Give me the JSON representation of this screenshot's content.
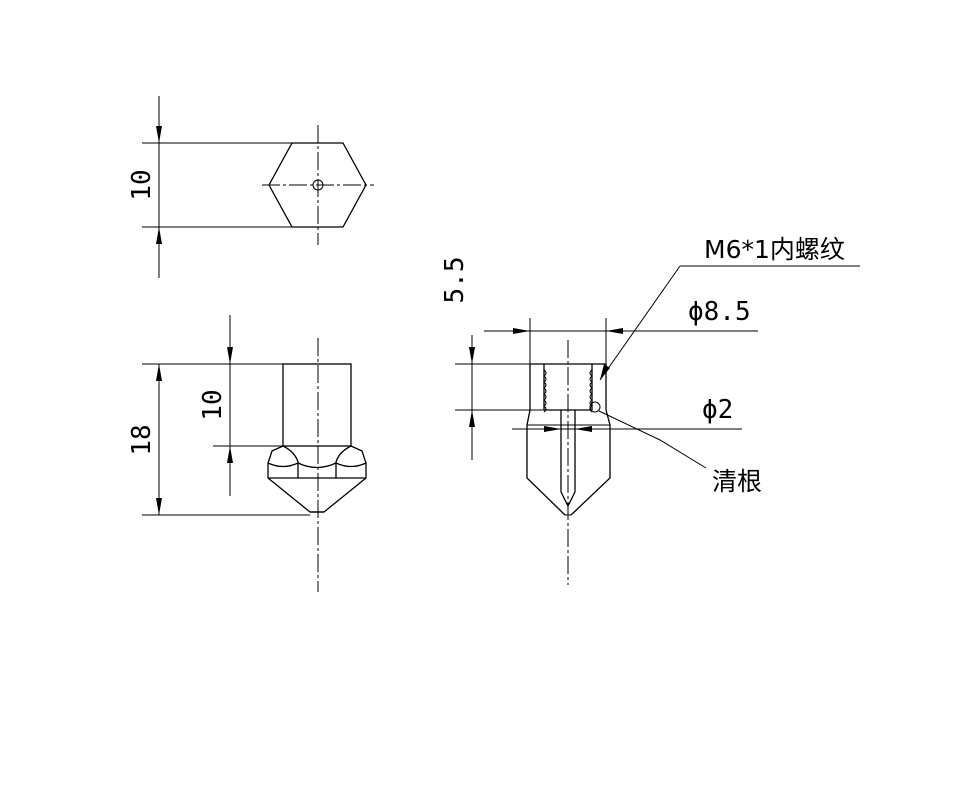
{
  "top_view": {
    "dim_across_flats": "10"
  },
  "front_view": {
    "dim_overall_height": "18",
    "dim_upper_height": "10"
  },
  "section_view": {
    "dim_thread_depth": "5.5",
    "dim_outer_diameter": "ϕ8.5",
    "dim_bore_diameter": "ϕ2",
    "note_thread": "M6*1内螺纹",
    "note_clean_root": "清根"
  }
}
